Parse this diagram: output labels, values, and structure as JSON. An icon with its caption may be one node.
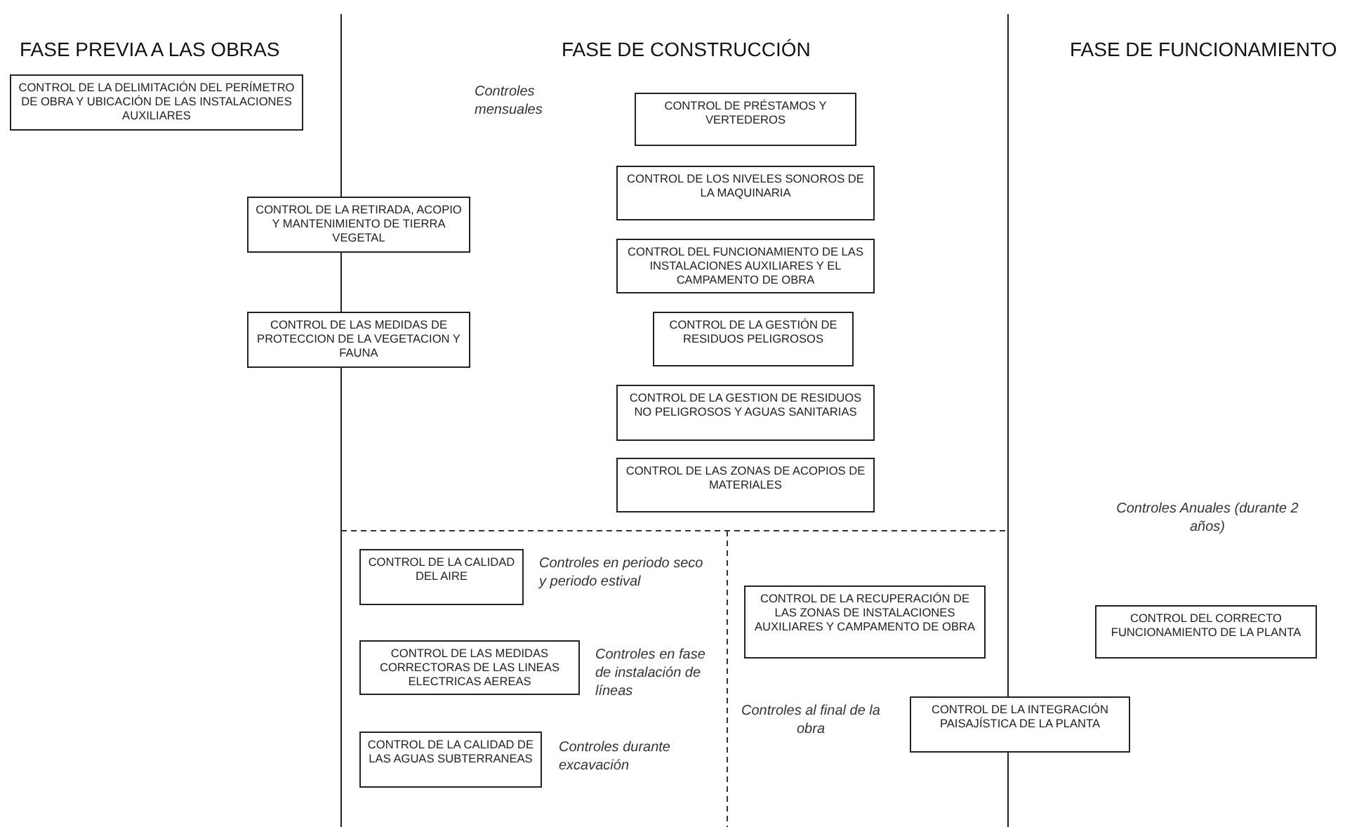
{
  "diagram": {
    "nodes": [
      {
        "text": [
          "CONTROL DE LA DELIMITACIÓN DEL PERÍMETRO DE OBRA Y UBICACIÓN DE LAS INSTALACIONES AUXILIARES"
        ]
      },
      {
        "text": [
          "CONTROL DE LA RETIRADA, ACOPIO Y MANTENIMIENTO DE TIERRA VEGETAL"
        ]
      },
      {
        "text": [
          "CONTROL DE LAS MEDIDAS DE PROTECCION DE LA VEGETACION Y FAUNA"
        ]
      },
      {
        "text": [
          "CONTROL DE PRÉSTAMOS Y VERTEDEROS"
        ]
      },
      {
        "text": [
          "CONTROL DE LOS NIVELES SONOROS DE LA MAQUINARIA"
        ]
      },
      {
        "text": [
          "CONTROL DEL FUNCIONAMIENTO DE LAS INSTALACIONES AUXILIARES Y EL CAMPAMENTO DE OBRA"
        ]
      },
      {
        "text": [
          "CONTROL DE LA GESTIÓN DE RESIDUOS PELIGROSOS"
        ]
      },
      {
        "text": [
          "CONTROL DE LA GESTION DE RESIDUOS NO PELIGROSOS Y AGUAS SANITARIAS"
        ]
      },
      {
        "text": [
          "CONTROL DE LAS ZONAS DE ACOPIOS DE MATERIALES"
        ]
      },
      {
        "text": [
          "CONTROL DE LA CALIDAD DEL AIRE"
        ]
      },
      {
        "text": [
          "CONTROL DE LAS MEDIDAS CORRECTORAS DE LAS LINEAS ELECTRICAS AEREAS"
        ]
      },
      {
        "text": [
          "CONTROL DE LA CALIDAD DE LAS AGUAS SUBTERRANEAS"
        ]
      },
      {
        "text": [
          "CONTROL DE LA RECUPERACIÓN DE LAS ZONAS DE INSTALACIONES AUXILIARES Y CAMPAMENTO DE OBRA"
        ]
      },
      {
        "text": [
          "CONTROL DEL CORRECTO FUNCIONAMIENTO DE LA PLANTA"
        ]
      },
      {
        "text": [
          "CONTROL DE LA INTEGRACIÓN PAISAJÍSTICA DE LA PLANTA"
        ]
      }
    ],
    "labels": [
      "FASE PREVIA A LAS OBRAS",
      "FASE DE CONSTRUCCIÓN",
      "FASE DE FUNCIONAMIENTO",
      "Controles mensuales",
      "Controles Anuales (durante 2 años)",
      "Controles en periodo seco y periodo estival",
      "Controles en fase de instalación de líneas",
      "Controles al final de la obra",
      "Controles durante excavación"
    ]
  }
}
